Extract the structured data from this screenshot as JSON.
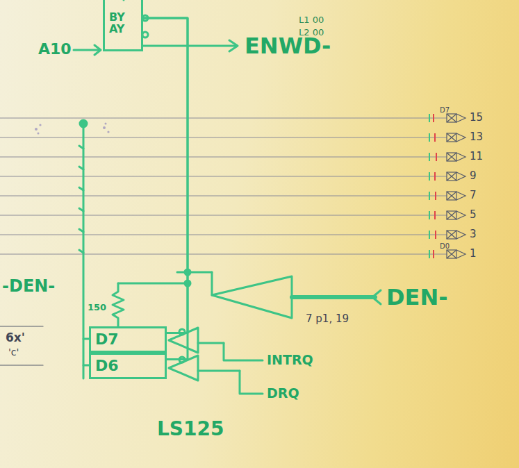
{
  "diagram": {
    "nodes": [
      {
        "text": [
          "BY",
          "AY"
        ]
      },
      {
        "text": [
          "D7"
        ]
      },
      {
        "text": [
          "D6"
        ]
      }
    ],
    "edges": [
      {
        "from": 0,
        "to": 1,
        "arrow": "none"
      },
      {
        "from": 0,
        "to": 2,
        "arrow": "none"
      }
    ],
    "labels": [
      "A10",
      "ENWD-",
      "L1 00",
      "L2 00",
      "D7",
      "15",
      "13",
      "11",
      "9",
      "7",
      "5",
      "3",
      "1",
      "D0",
      "-DEN-",
      "6x'",
      "'c'",
      "150",
      "DEN-",
      "7 p1, 19",
      "INTRQ",
      "DRQ",
      "LS125"
    ]
  }
}
